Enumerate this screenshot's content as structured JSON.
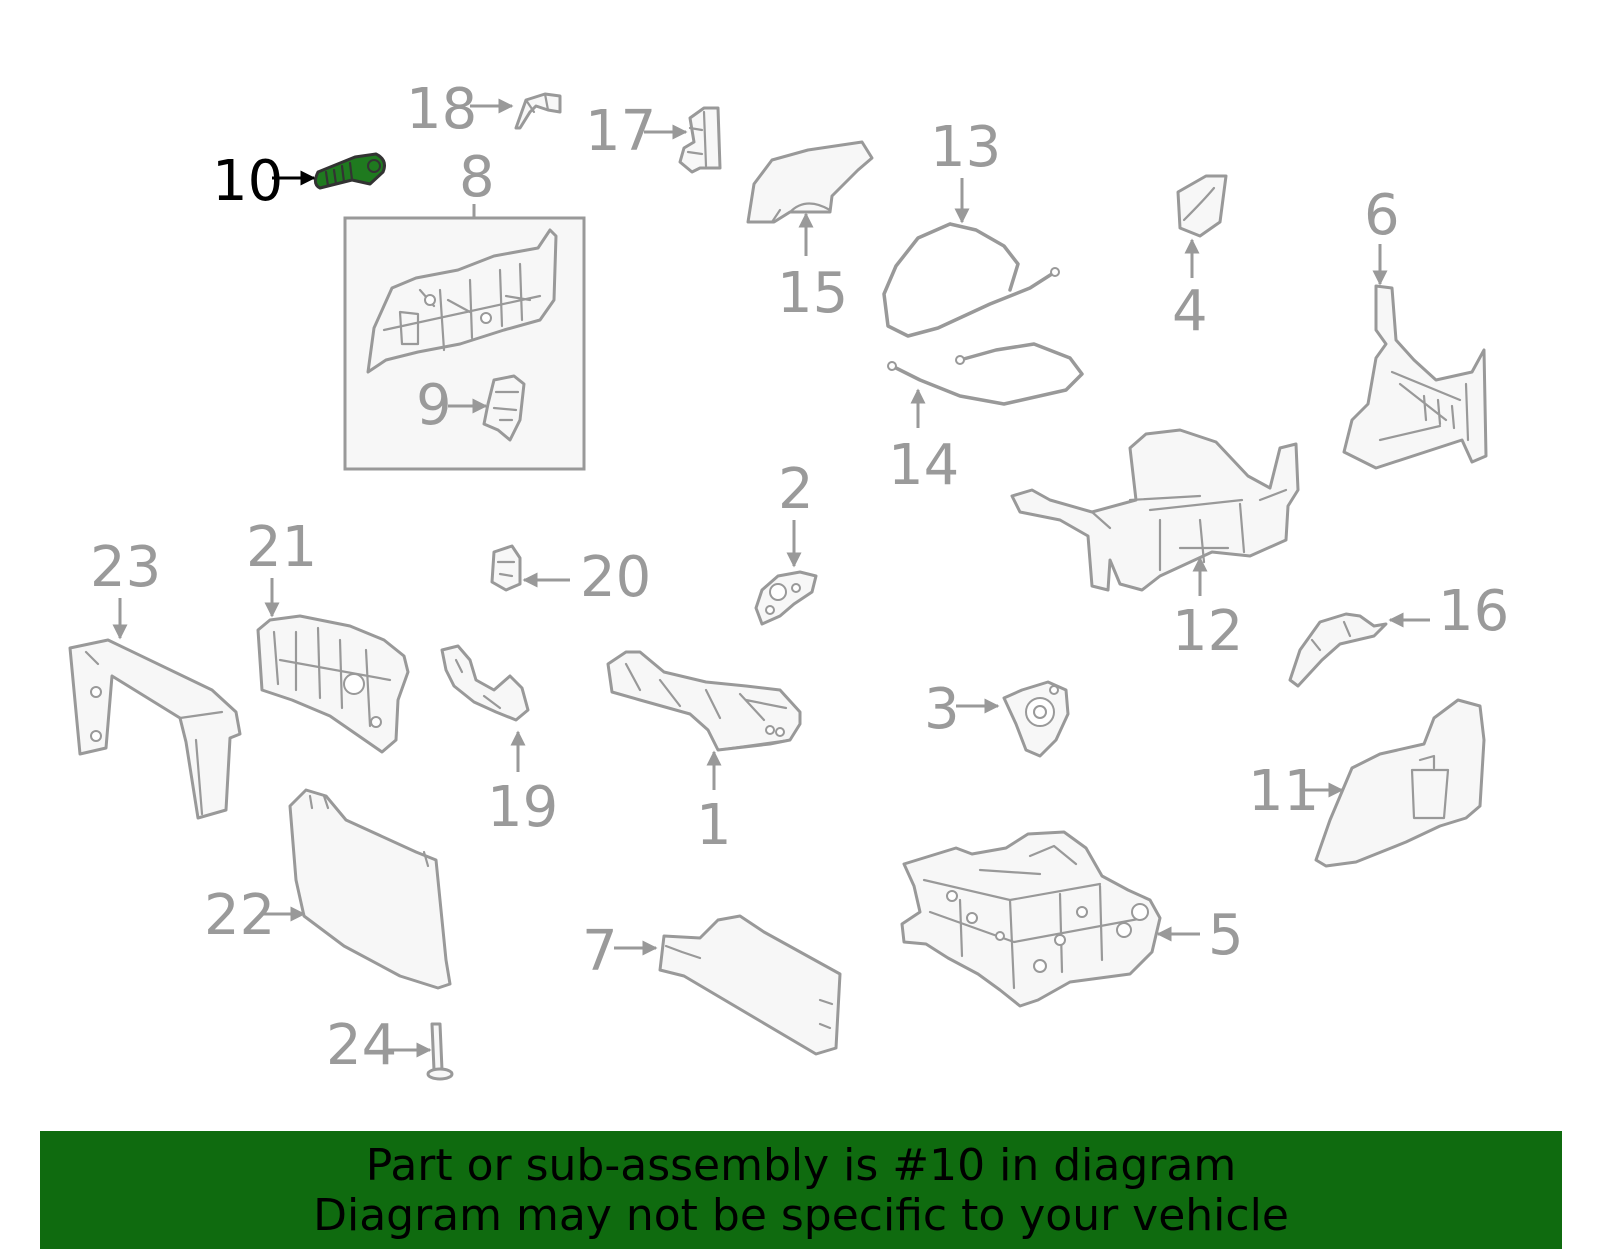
{
  "highlight_part": "10",
  "colors": {
    "line": "#999999",
    "label": "#9a9a9a",
    "highlight_part": "#1f7a1f",
    "highlight_label": "#000000",
    "banner_background": "#0f6b0f",
    "banner_text": "#000000"
  },
  "callouts": {
    "c1": "1",
    "c2": "2",
    "c3": "3",
    "c4": "4",
    "c5": "5",
    "c6": "6",
    "c7": "7",
    "c8": "8",
    "c9": "9",
    "c10": "10",
    "c11": "11",
    "c12": "12",
    "c13": "13",
    "c14": "14",
    "c15": "15",
    "c16": "16",
    "c17": "17",
    "c18": "18",
    "c19": "19",
    "c20": "20",
    "c21": "21",
    "c22": "22",
    "c23": "23",
    "c24": "24"
  },
  "banner": {
    "line1": "Part or sub-assembly is #10 in diagram",
    "line2": "Diagram may not be specific to your vehicle"
  }
}
